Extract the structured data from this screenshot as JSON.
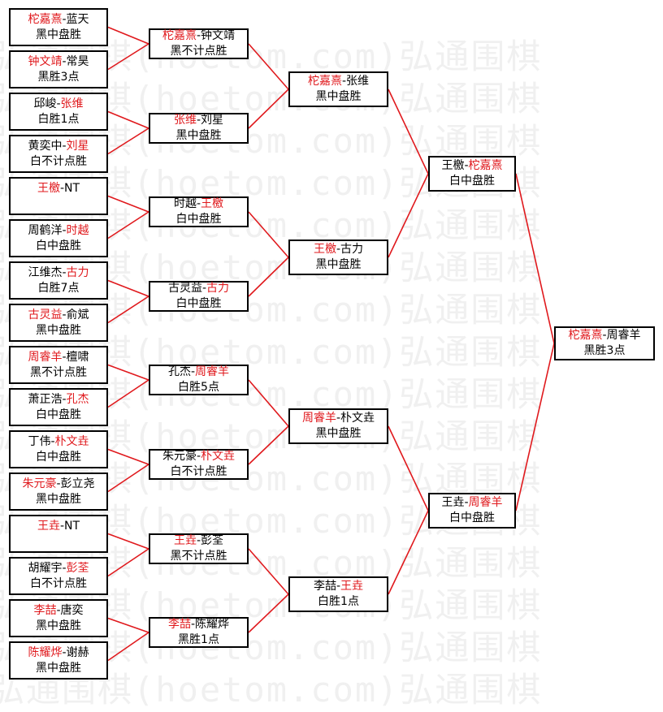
{
  "watermark": "弘通围棋(hoetom.com)弘通围棋",
  "line_color": "#e0191d",
  "winner_color": "#e0191d",
  "rounds": [
    {
      "matches": [
        {
          "p1": "柁嘉熹",
          "p2": "蓝天",
          "winner": 1,
          "result": "黑中盘胜"
        },
        {
          "p1": "钟文靖",
          "p2": "常昊",
          "winner": 1,
          "result": "黑胜3点"
        },
        {
          "p1": "邱峻",
          "p2": "张维",
          "winner": 2,
          "result": "白胜1点"
        },
        {
          "p1": "黄奕中",
          "p2": "刘星",
          "winner": 2,
          "result": "白不计点胜"
        },
        {
          "p1": "王檄",
          "p2": "NT",
          "winner": 1,
          "result": ""
        },
        {
          "p1": "周鹤洋",
          "p2": "时越",
          "winner": 2,
          "result": "白中盘胜"
        },
        {
          "p1": "江维杰",
          "p2": "古力",
          "winner": 2,
          "result": "白胜7点"
        },
        {
          "p1": "古灵益",
          "p2": "俞斌",
          "winner": 1,
          "result": "黑中盘胜"
        },
        {
          "p1": "周睿羊",
          "p2": "檀啸",
          "winner": 1,
          "result": "黑不计点胜"
        },
        {
          "p1": "萧正浩",
          "p2": "孔杰",
          "winner": 2,
          "result": "白中盘胜"
        },
        {
          "p1": "丁伟",
          "p2": "朴文垚",
          "winner": 2,
          "result": "白中盘胜"
        },
        {
          "p1": "朱元豪",
          "p2": "彭立尧",
          "winner": 1,
          "result": "黑中盘胜"
        },
        {
          "p1": "王垚",
          "p2": "NT",
          "winner": 1,
          "result": ""
        },
        {
          "p1": "胡耀宇",
          "p2": "彭荃",
          "winner": 2,
          "result": "白不计点胜"
        },
        {
          "p1": "李喆",
          "p2": "唐奕",
          "winner": 1,
          "result": "黑中盘胜"
        },
        {
          "p1": "陈耀烨",
          "p2": "谢赫",
          "winner": 1,
          "result": "黑中盘胜"
        }
      ]
    },
    {
      "matches": [
        {
          "p1": "柁嘉熹",
          "p2": "钟文靖",
          "winner": 1,
          "result": "黑不计点胜"
        },
        {
          "p1": "张维",
          "p2": "刘星",
          "winner": 1,
          "result": "黑中盘胜"
        },
        {
          "p1": "时越",
          "p2": "王檄",
          "winner": 2,
          "result": "白中盘胜"
        },
        {
          "p1": "古灵益",
          "p2": "古力",
          "winner": 2,
          "result": "白中盘胜"
        },
        {
          "p1": "孔杰",
          "p2": "周睿羊",
          "winner": 2,
          "result": "白胜5点"
        },
        {
          "p1": "朱元豪",
          "p2": "朴文垚",
          "winner": 2,
          "result": "白不计点胜"
        },
        {
          "p1": "王垚",
          "p2": "彭荃",
          "winner": 1,
          "result": "黑不计点胜"
        },
        {
          "p1": "李喆",
          "p2": "陈耀烨",
          "winner": 1,
          "result": "黑胜1点"
        }
      ]
    },
    {
      "matches": [
        {
          "p1": "柁嘉熹",
          "p2": "张维",
          "winner": 1,
          "result": "黑中盘胜"
        },
        {
          "p1": "王檄",
          "p2": "古力",
          "winner": 1,
          "result": "黑中盘胜"
        },
        {
          "p1": "周睿羊",
          "p2": "朴文垚",
          "winner": 1,
          "result": "黑中盘胜"
        },
        {
          "p1": "李喆",
          "p2": "王垚",
          "winner": 2,
          "result": "白胜1点"
        }
      ]
    },
    {
      "matches": [
        {
          "p1": "王檄",
          "p2": "柁嘉熹",
          "winner": 2,
          "result": "白中盘胜"
        },
        {
          "p1": "王垚",
          "p2": "周睿羊",
          "winner": 2,
          "result": "白中盘胜"
        }
      ]
    },
    {
      "matches": [
        {
          "p1": "柁嘉熹",
          "p2": "周睿羊",
          "winner": 1,
          "result": "黑胜3点"
        }
      ]
    }
  ]
}
